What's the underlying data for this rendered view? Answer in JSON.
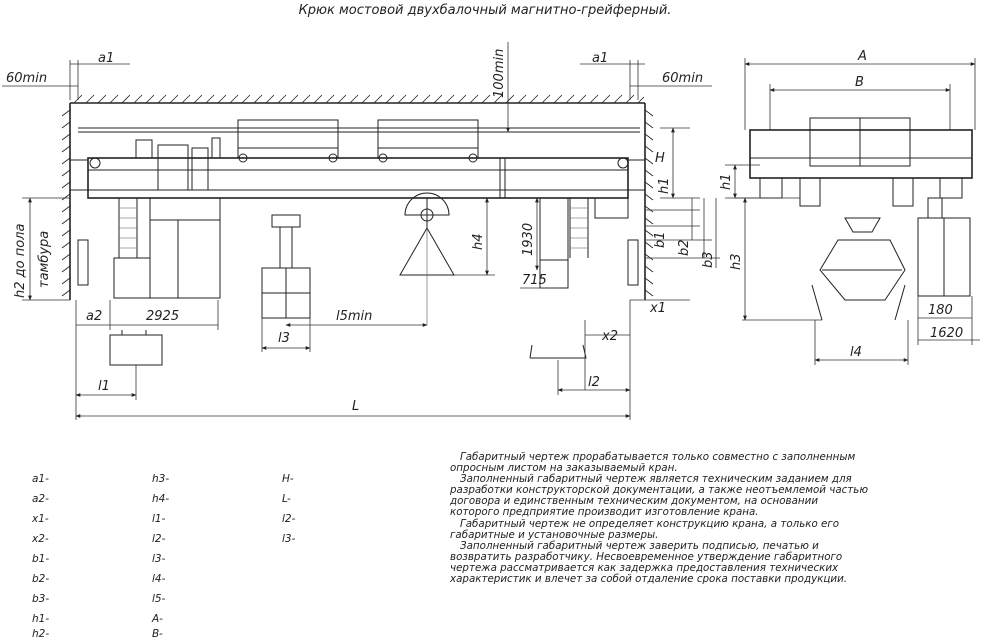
{
  "title": "Крюк мостовой двухбалочный магнитно-грейферный.",
  "dimension_labels": {
    "a1_left": "a1",
    "a1_right": "a1",
    "min60_left": "60min",
    "min60_right": "60min",
    "min100": "100min",
    "H": "H",
    "h1_main": "h1",
    "h2": "h2 до пола",
    "tambura": "тамбура",
    "h4": "h4",
    "d1930": "1930",
    "d715": "715",
    "b1": "b1",
    "b2": "b2",
    "b3": "b3",
    "x1": "x1",
    "x2": "x2",
    "a2": "a2",
    "d2925": "2925",
    "l5min": "l5min",
    "l3": "l3",
    "l1": "l1",
    "l2": "l2",
    "L": "L",
    "A": "A",
    "B": "B",
    "h1_side": "h1",
    "h3": "h3",
    "d180": "180",
    "d1620": "1620",
    "l4": "l4"
  },
  "parameters": {
    "col1": [
      "a1-",
      "a2-",
      "x1-",
      "x2-",
      "b1-",
      "b2-",
      "b3-",
      "h1-",
      "h2-"
    ],
    "col2": [
      "h3-",
      "h4-",
      "l1-",
      "l2-",
      "l3-",
      "l4-",
      "l5-",
      "A-",
      "B-"
    ],
    "col3": [
      "H-",
      "L-",
      "l2-",
      "l3-"
    ]
  },
  "notes": [
    "Габаритный чертеж прорабатывается только совместно с заполненным опросным листом на заказываемый кран.",
    "Заполненный габаритный чертеж является техническим заданием для разработки конструкторской документации, а также неотъемлемой частью договора и единственным техническим документом, на основании которого предприятие производит изготовление крана.",
    "Габаритный чертеж не определяет конструкцию крана, а только его габаритные и установочные размеры.",
    "Заполненный габаритный чертеж заверить подписью, печатью и возвратить разработчику. Несвоевременное утверждение габаритного чертежа рассматривается как задержка предоставления технических характеристик и влечет за собой отдаление срока поставки продукции."
  ]
}
